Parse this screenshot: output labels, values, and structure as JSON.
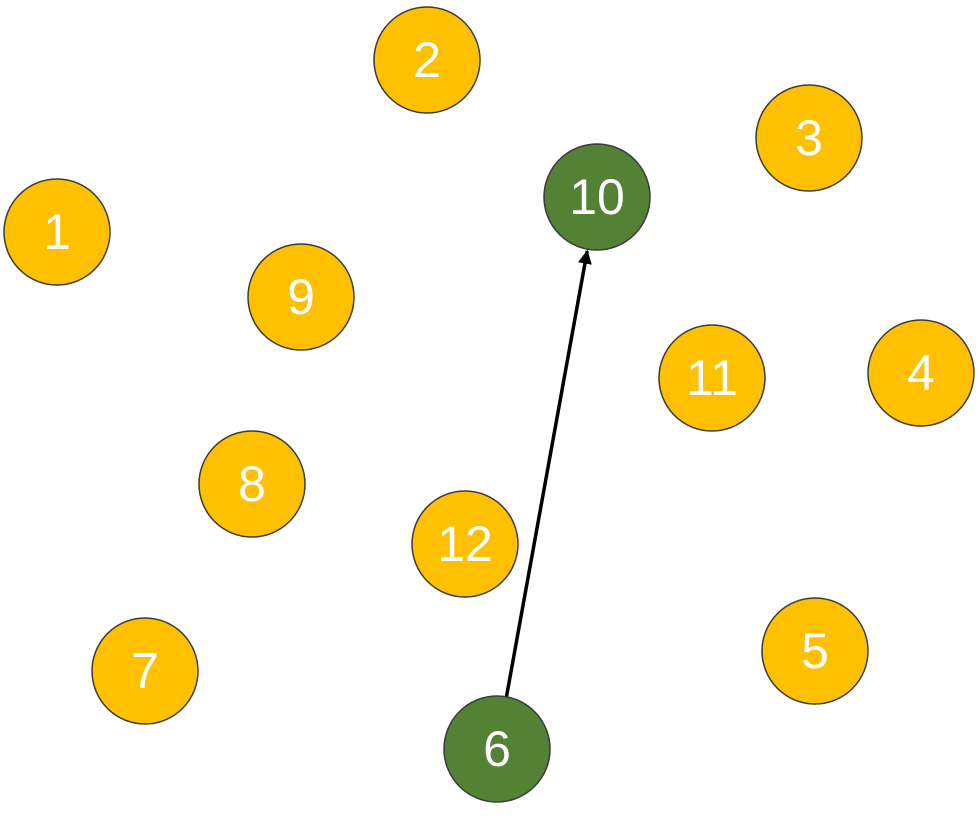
{
  "colors": {
    "default_node": "#FFC000",
    "highlight_node": "#548235",
    "label_text": "#FFFFFF",
    "edge": "#000000"
  },
  "nodes": [
    {
      "id": "1",
      "label": "1",
      "state": "default"
    },
    {
      "id": "2",
      "label": "2",
      "state": "default"
    },
    {
      "id": "3",
      "label": "3",
      "state": "default"
    },
    {
      "id": "4",
      "label": "4",
      "state": "default"
    },
    {
      "id": "5",
      "label": "5",
      "state": "default"
    },
    {
      "id": "6",
      "label": "6",
      "state": "highlight"
    },
    {
      "id": "7",
      "label": "7",
      "state": "default"
    },
    {
      "id": "8",
      "label": "8",
      "state": "default"
    },
    {
      "id": "9",
      "label": "9",
      "state": "default"
    },
    {
      "id": "10",
      "label": "10",
      "state": "highlight"
    },
    {
      "id": "11",
      "label": "11",
      "state": "default"
    },
    {
      "id": "12",
      "label": "12",
      "state": "default"
    }
  ],
  "edges": [
    {
      "from": "6",
      "to": "10",
      "directed": true
    }
  ]
}
